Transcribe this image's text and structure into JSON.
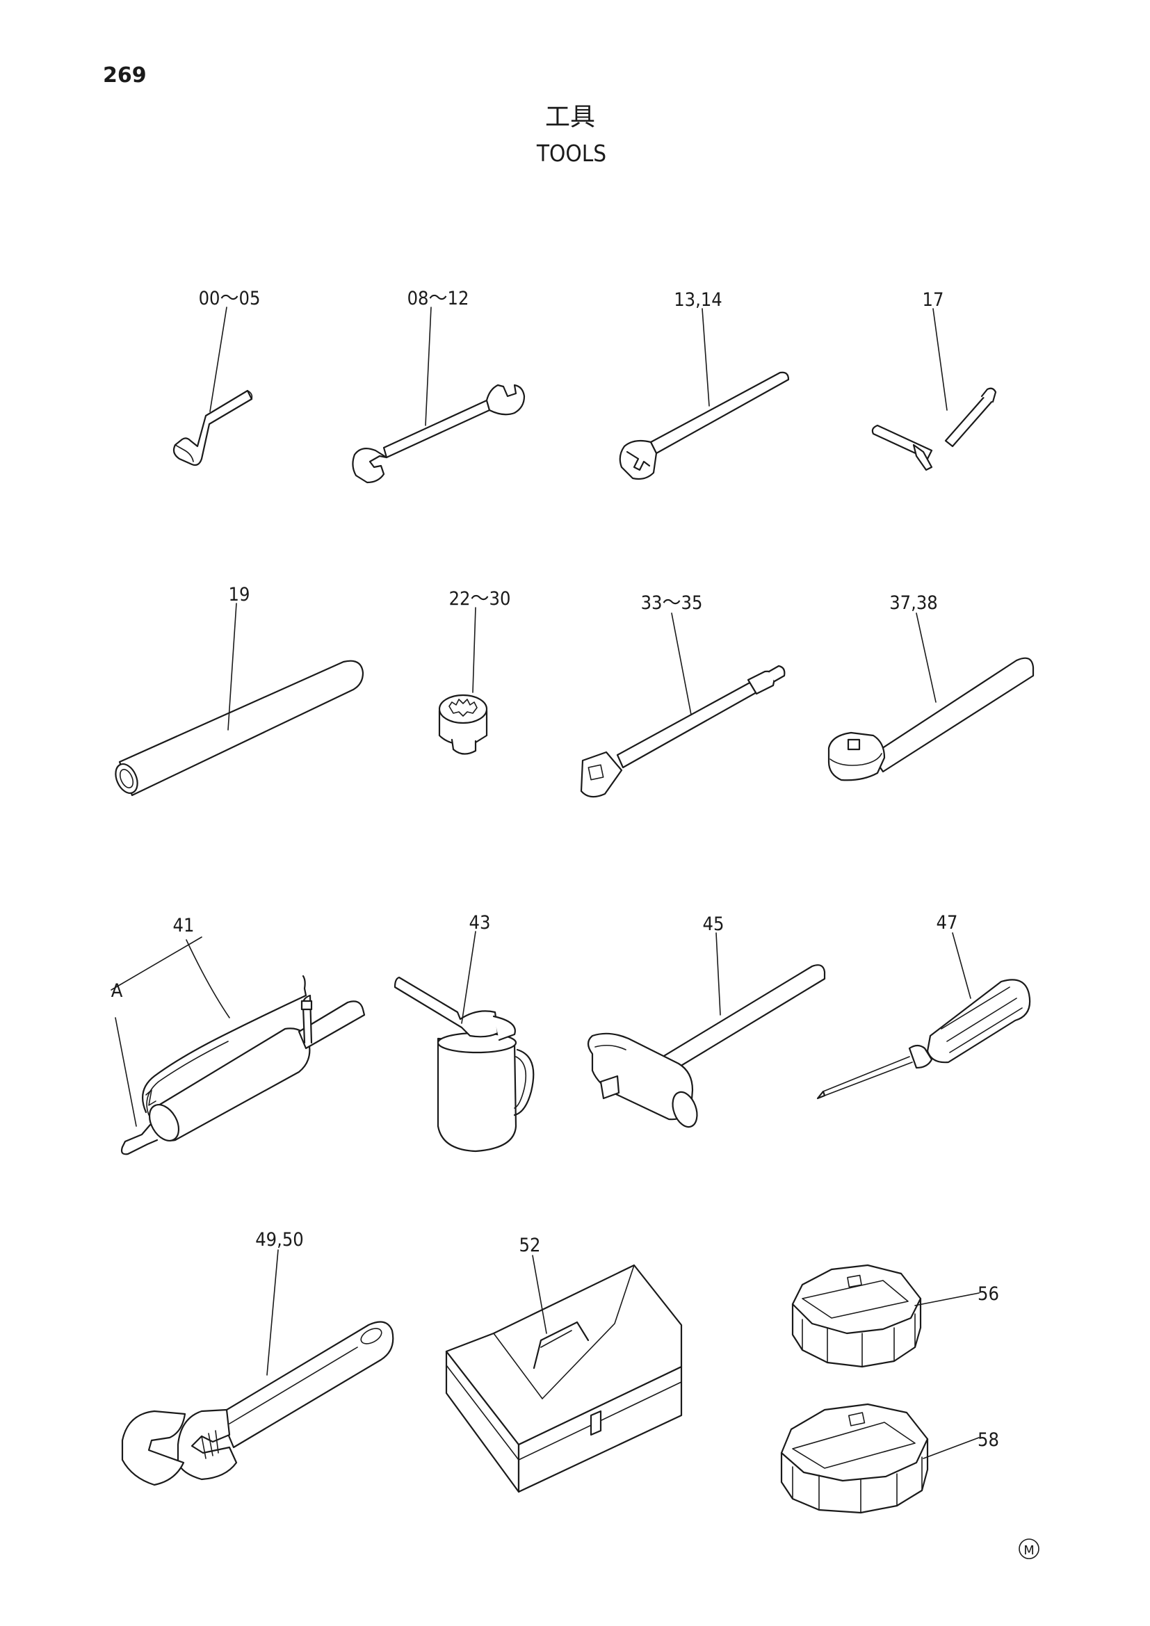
{
  "page_number": "269",
  "title_jp": "工具",
  "title_en": "TOOLS",
  "labels": {
    "l00_05": "00～05",
    "l08_12": "08～12",
    "l13_14": "13,14",
    "l17": "17",
    "l19": "19",
    "l22_30": "22～30",
    "l33_35": "33～35",
    "l37_38": "37,38",
    "l41": "41",
    "lA": "A",
    "l43": "43",
    "l45": "45",
    "l47": "47",
    "l49_50": "49,50",
    "l52": "52",
    "l56": "56",
    "l58": "58"
  },
  "corner_mark": "M"
}
